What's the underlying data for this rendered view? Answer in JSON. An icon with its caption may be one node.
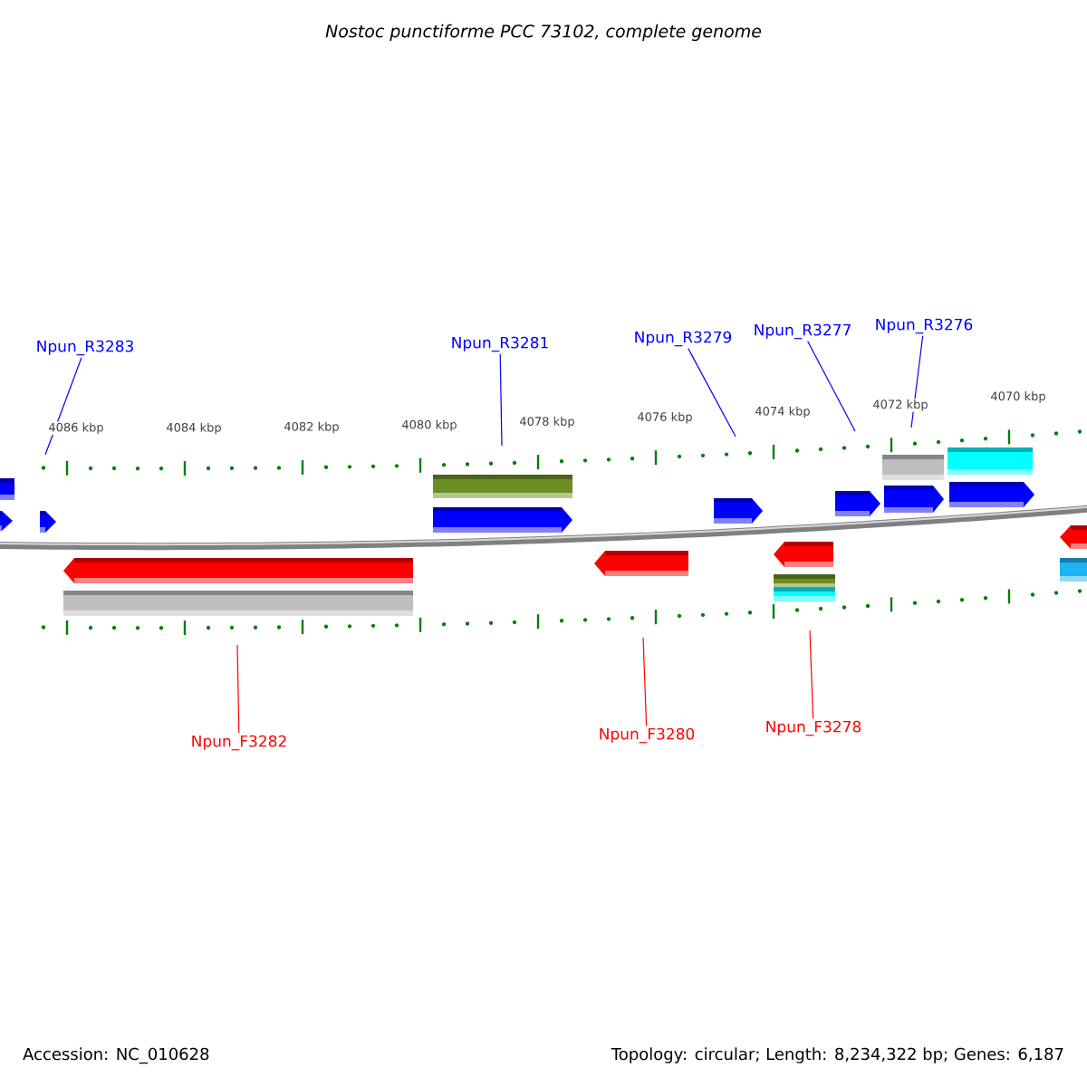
{
  "diagram": {
    "title": "Nostoc punctiforme PCC 73102, complete genome",
    "nodes": [
      {
        "text": [
          "Npun_R3283"
        ]
      },
      {
        "text": [
          "Npun_R3281"
        ]
      },
      {
        "text": [
          "Npun_R3279"
        ]
      },
      {
        "text": [
          "Npun_R3277"
        ]
      },
      {
        "text": [
          "Npun_R3276"
        ]
      },
      {
        "text": [
          "Npun_F3282"
        ]
      },
      {
        "text": [
          "Npun_F3280"
        ]
      },
      {
        "text": [
          "Npun_F3278"
        ]
      }
    ],
    "edges": [
      {
        "from": 0,
        "to": null,
        "arrow": "none"
      },
      {
        "from": 1,
        "to": null,
        "arrow": "none"
      },
      {
        "from": 2,
        "to": null,
        "arrow": "none"
      },
      {
        "from": 3,
        "to": null,
        "arrow": "none"
      },
      {
        "from": 4,
        "to": null,
        "arrow": "none"
      },
      {
        "from": 5,
        "to": null,
        "arrow": "none",
        "color": "#ff0000"
      },
      {
        "from": 6,
        "to": null,
        "arrow": "none",
        "color": "#ff0000"
      },
      {
        "from": 7,
        "to": null,
        "arrow": "none",
        "color": "#ff0000"
      }
    ],
    "labels": [
      "4086 kbp",
      "4084 kbp",
      "4082 kbp",
      "4080 kbp",
      "4078 kbp",
      "4076 kbp",
      "4074 kbp",
      "4072 kbp",
      "4070 kbp",
      "Accession: NC_010628",
      "Topology: circular; Length: 8,234,322 bp; Genes: 6,187"
    ]
  }
}
